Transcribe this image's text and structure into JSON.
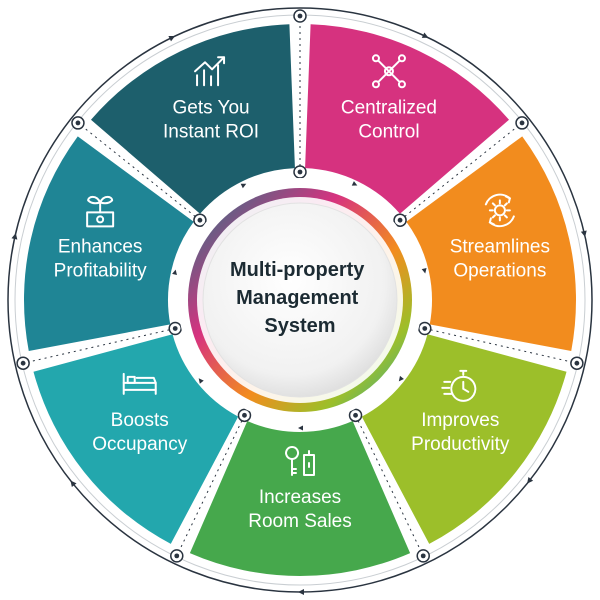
{
  "center": {
    "lines": [
      "Multi-property",
      "Management",
      "System"
    ]
  },
  "segments": [
    {
      "id": "centralized-control",
      "lines": [
        "Centralized",
        "Control"
      ],
      "icon": "network-nodes-icon",
      "color": "#d6327f"
    },
    {
      "id": "streamlines-operations",
      "lines": [
        "Streamlines",
        "Operations"
      ],
      "icon": "gear-cycle-icon",
      "color": "#f28c1e"
    },
    {
      "id": "improves-productivity",
      "lines": [
        "Improves",
        "Productivity"
      ],
      "icon": "stopwatch-icon",
      "color": "#9cbf2a"
    },
    {
      "id": "increases-room-sales",
      "lines": [
        "Increases",
        "Room Sales"
      ],
      "icon": "room-key-icon",
      "color": "#46a84c"
    },
    {
      "id": "boosts-occupancy",
      "lines": [
        "Boosts",
        "Occupancy"
      ],
      "icon": "bed-icon",
      "color": "#23a7ad"
    },
    {
      "id": "enhances-profitability",
      "lines": [
        "Enhances",
        "Profitability"
      ],
      "icon": "money-plant-icon",
      "color": "#1f8595"
    },
    {
      "id": "gets-you-instant-roi",
      "lines": [
        "Gets You",
        "Instant ROI"
      ],
      "icon": "growth-chart-icon",
      "color": "#1d5f6c"
    }
  ]
}
